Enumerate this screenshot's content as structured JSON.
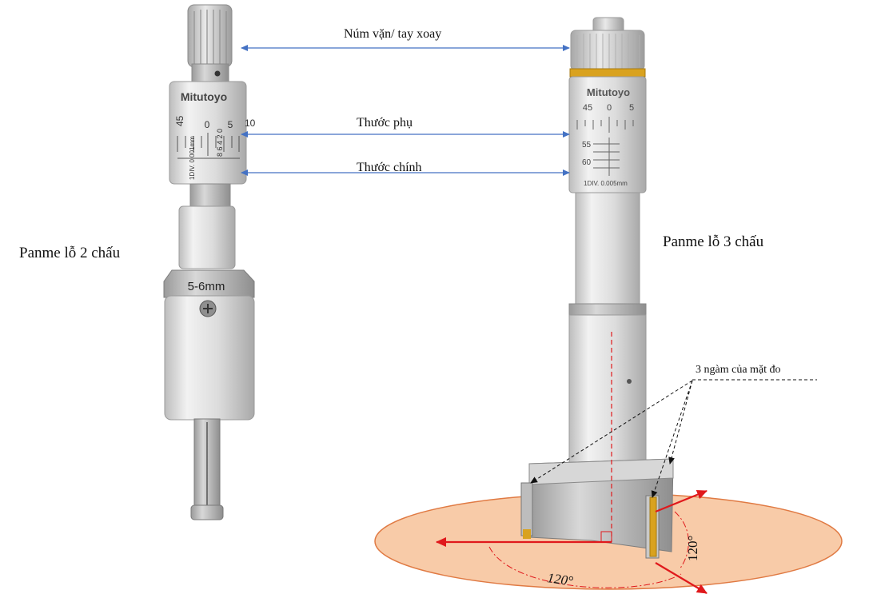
{
  "labels": {
    "knob": "Núm vặn/ tay xoay",
    "sub_scale": "Thước phụ",
    "main_scale": "Thước chính",
    "left_tool": "Panme lỗ 2 chấu",
    "right_tool": "Panme lỗ 3 chấu",
    "jaws": "3 ngàm của mặt đo",
    "angle_a": "120°",
    "angle_b": "120°"
  },
  "left_tool": {
    "brand": "Mitutoyo",
    "range_label": "5-6mm",
    "thimble_numbers": [
      "45",
      "0",
      "5",
      "10"
    ],
    "division_label": "1DIV. 0.001mm",
    "vernier_digits": "8 6 4 2 0"
  },
  "right_tool": {
    "brand": "Mitutoyo",
    "thimble_numbers": [
      "45",
      "0",
      "5"
    ],
    "scale_numbers": [
      "55",
      "60"
    ],
    "division_label": "1DIV. 0.005mm"
  },
  "colors": {
    "arrow_blue": "#4472c4",
    "arrow_red": "#e0191c",
    "disk_fill": "#f8cba8",
    "disk_stroke": "#e07a43",
    "metal_light": "#e6e6e6",
    "metal_mid": "#c9c9c9",
    "gold_band": "#d9a21f"
  }
}
